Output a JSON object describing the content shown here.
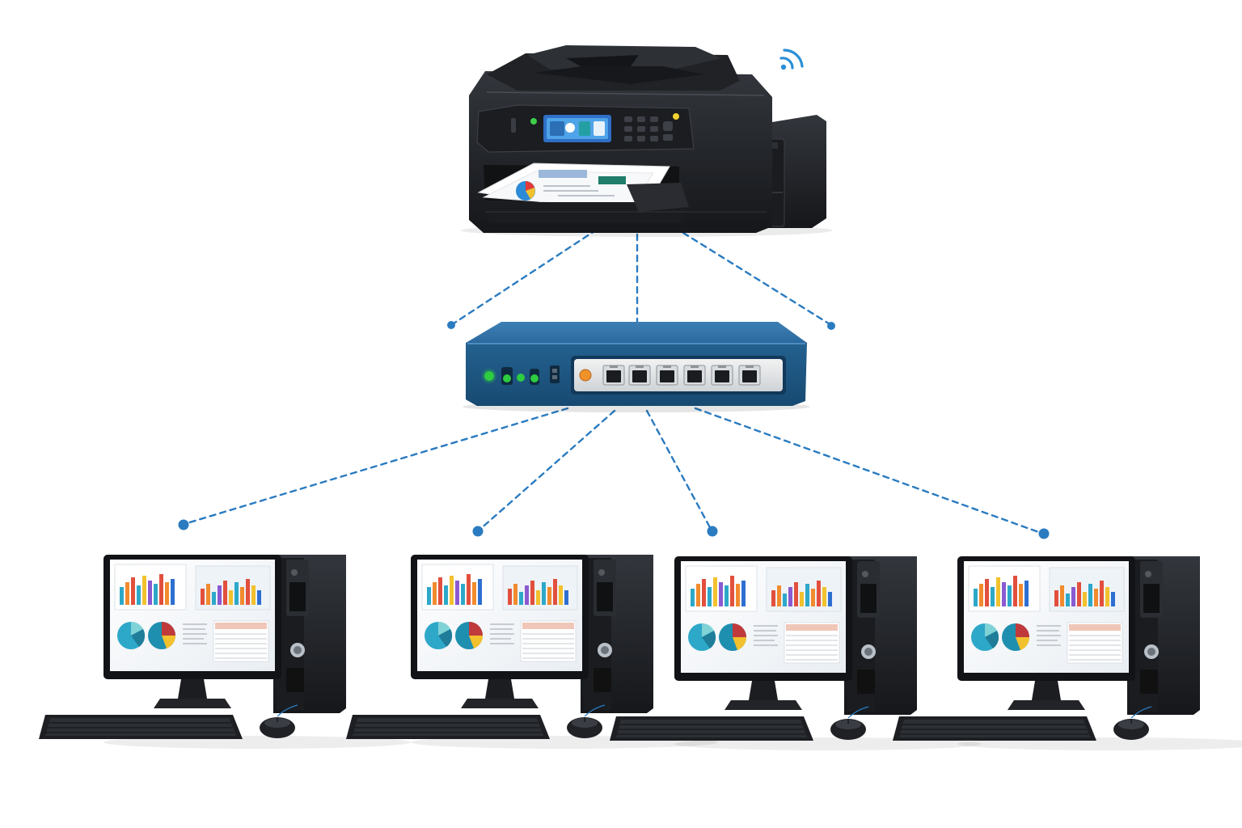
{
  "diagram": {
    "type": "network-topology",
    "nodes": [
      {
        "id": "printer",
        "kind": "printer",
        "icon": "printer-icon",
        "wireless": true
      },
      {
        "id": "switch",
        "kind": "network-switch",
        "icon": "network-switch-icon",
        "ports": 6,
        "status_leds": [
          "green",
          "green",
          "green",
          "green"
        ]
      },
      {
        "id": "pc1",
        "kind": "desktop-computer",
        "icon": "desktop-computer-icon"
      },
      {
        "id": "pc2",
        "kind": "desktop-computer",
        "icon": "desktop-computer-icon"
      },
      {
        "id": "pc3",
        "kind": "desktop-computer",
        "icon": "desktop-computer-icon"
      },
      {
        "id": "pc4",
        "kind": "desktop-computer",
        "icon": "desktop-computer-icon"
      }
    ],
    "links": [
      {
        "from": "printer",
        "to": "switch",
        "style": "dashed"
      },
      {
        "from": "switch",
        "to": "pc1",
        "style": "dashed"
      },
      {
        "from": "switch",
        "to": "pc2",
        "style": "dashed"
      },
      {
        "from": "switch",
        "to": "pc3",
        "style": "dashed"
      },
      {
        "from": "switch",
        "to": "pc4",
        "style": "dashed"
      }
    ],
    "colors": {
      "link": "#2a7bc0",
      "switch_body": "#1e5a8a",
      "device_body": "#1f2126",
      "led": "#2ecc40",
      "accent_orange": "#f0922a",
      "wifi": "#2a8fd6"
    }
  }
}
